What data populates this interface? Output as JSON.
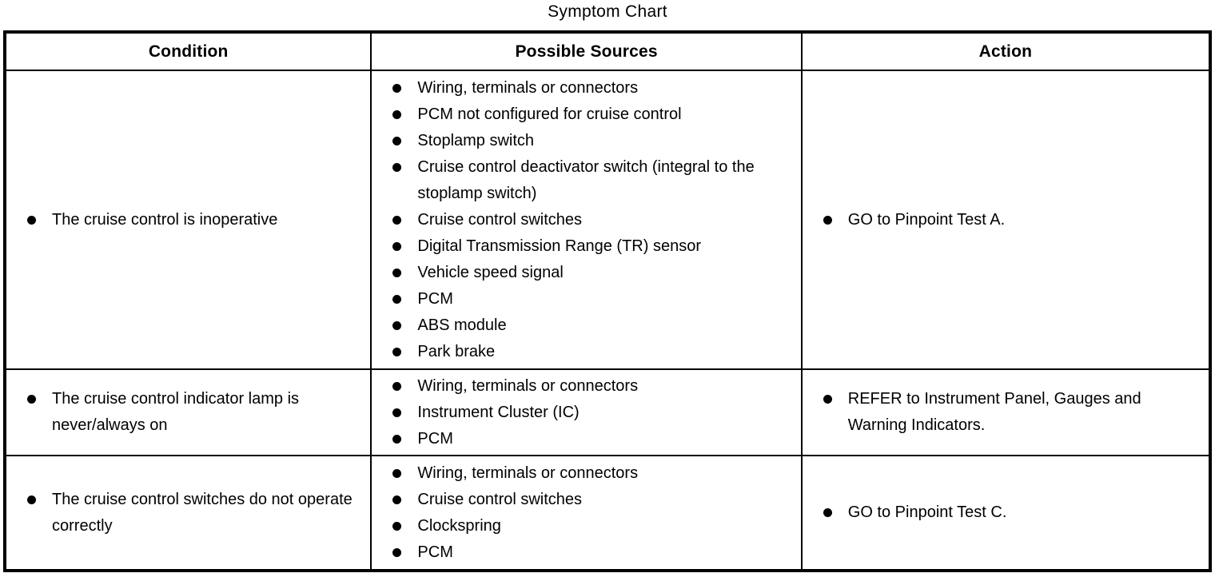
{
  "title": "Symptom Chart",
  "colors": {
    "text": "#000000",
    "background": "#ffffff",
    "border": "#000000"
  },
  "table": {
    "headers": [
      "Condition",
      "Possible Sources",
      "Action"
    ],
    "rows": [
      {
        "condition": "The cruise control is inoperative",
        "sources": [
          "Wiring, terminals or connectors",
          "PCM not configured for cruise control",
          "Stoplamp switch",
          "Cruise control deactivator switch (integral to the stoplamp switch)",
          "Cruise control switches",
          "Digital Transmission Range (TR) sensor",
          "Vehicle speed signal",
          "PCM",
          "ABS module",
          "Park brake"
        ],
        "action": "GO to Pinpoint Test A."
      },
      {
        "condition": "The cruise control indicator lamp is never/always on",
        "sources": [
          "Wiring, terminals or connectors",
          "Instrument Cluster (IC)",
          "PCM"
        ],
        "action": "REFER to Instrument Panel, Gauges and Warning Indicators."
      },
      {
        "condition": "The cruise control switches do not operate correctly",
        "sources": [
          "Wiring, terminals or connectors",
          "Cruise control switches",
          "Clockspring",
          "PCM"
        ],
        "action": "GO to Pinpoint Test C."
      }
    ]
  }
}
